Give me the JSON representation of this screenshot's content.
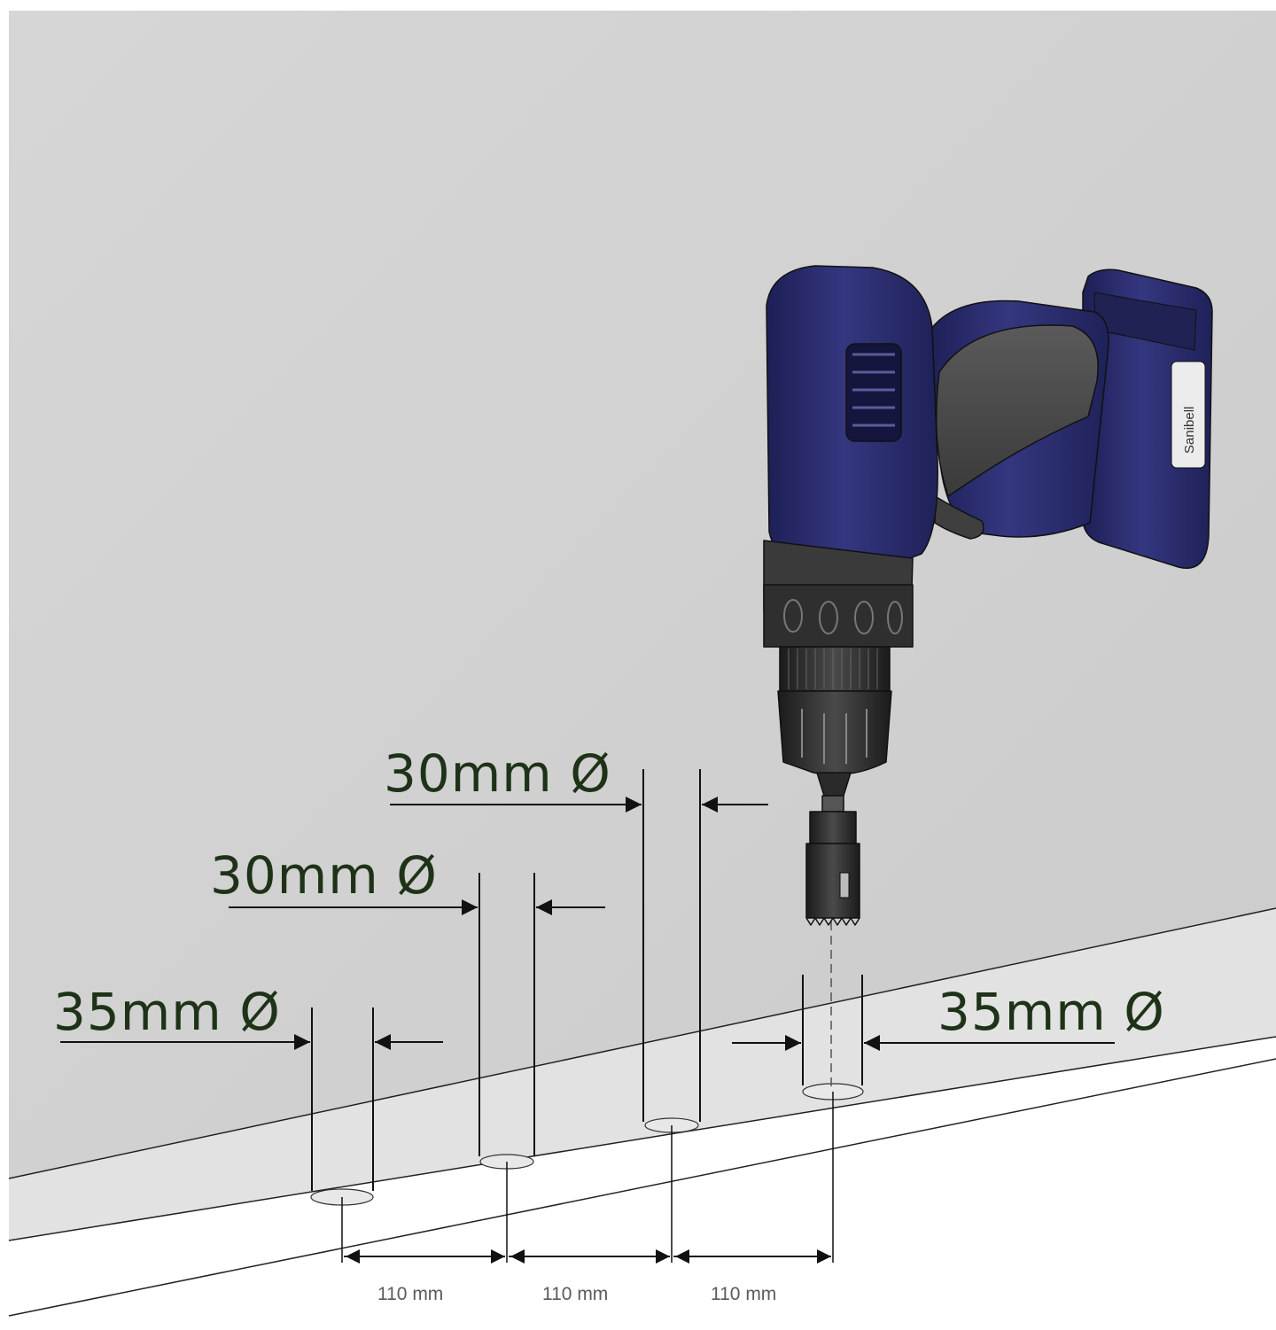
{
  "brand": {
    "name": "Sanibell"
  },
  "diameter_labels": {
    "hole_1": "35mm Ø",
    "hole_2": "30mm Ø",
    "hole_3": "30mm Ø",
    "hole_4": "35mm Ø"
  },
  "spacing_labels": {
    "gap_1": "110 mm",
    "gap_2": "110 mm",
    "gap_3": "110 mm"
  },
  "colors": {
    "wall": "#d1d1d1",
    "floor": "#e9e9e9",
    "drill_body": "#2b2d6e",
    "drill_grip": "#4a4a4a",
    "chuck": "#2a2a2a",
    "dimension_text": "#1e3218"
  }
}
